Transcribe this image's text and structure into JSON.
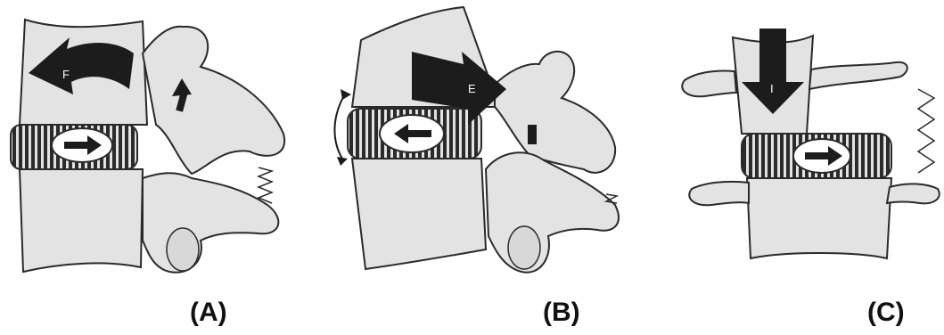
{
  "panels": [
    {
      "label": "(A)",
      "arrow_letter": "F"
    },
    {
      "label": "(B)",
      "arrow_letter": "E"
    },
    {
      "label": "(C)",
      "arrow_letter": "I"
    }
  ],
  "colors": {
    "bone_fill": "#e3e3e3",
    "outline": "#2a2a2a",
    "arrow": "#1c1c1c",
    "disc_ring": "#2b2b2b",
    "background": "#ffffff"
  }
}
